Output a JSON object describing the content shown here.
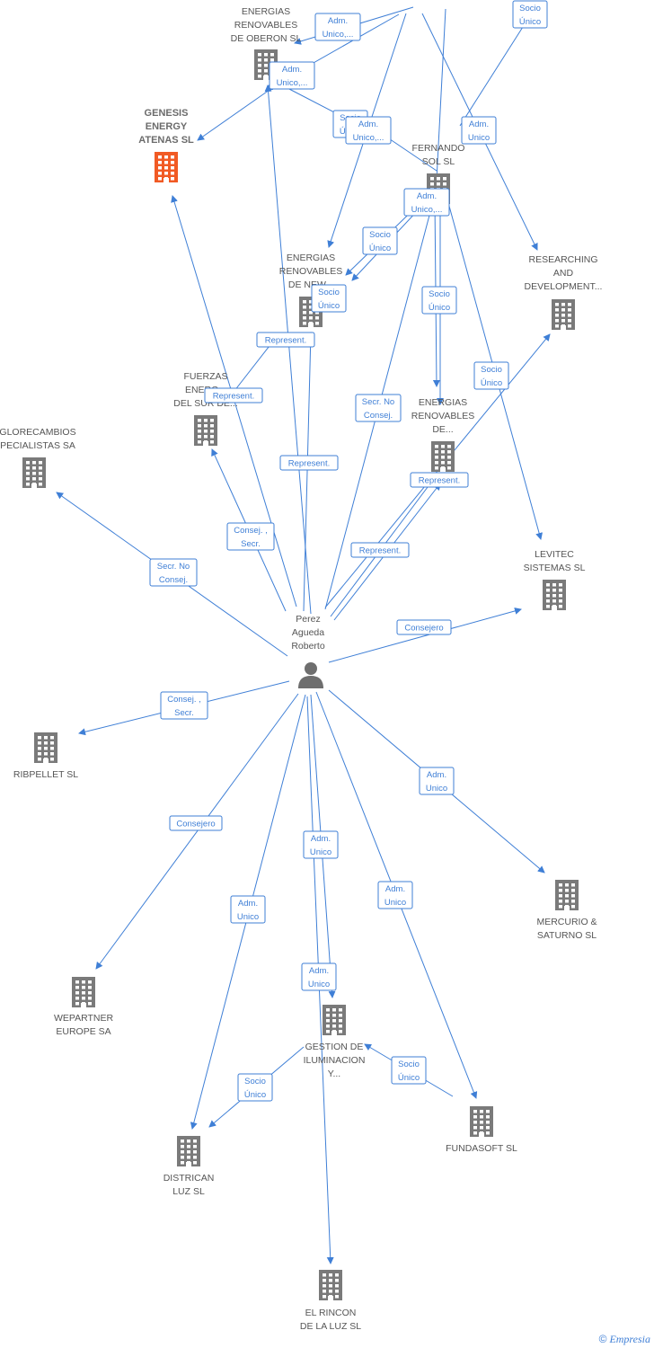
{
  "nodes": [
    {
      "id": "oberon",
      "label": [
        "ENERGIAS",
        "RENOVABLES",
        "DE OBERON  SL"
      ],
      "kind": "company"
    },
    {
      "id": "genesis",
      "label": [
        "GENESIS",
        "ENERGY",
        "ATENAS  SL"
      ],
      "kind": "company",
      "highlight": true
    },
    {
      "id": "fernando",
      "label": [
        "FERNANDO",
        "SOL SL"
      ],
      "kind": "company"
    },
    {
      "id": "researching",
      "label": [
        "RESEARCHING",
        "AND",
        "DEVELOPMENT..."
      ],
      "kind": "company"
    },
    {
      "id": "new",
      "label": [
        "ENERGIAS",
        "RENOVABLES",
        "DE NEW..."
      ],
      "kind": "company"
    },
    {
      "id": "fuerzas",
      "label": [
        "FUERZAS",
        "ENERG...",
        "DEL SUR DE..."
      ],
      "kind": "company"
    },
    {
      "id": "erde",
      "label": [
        "ENERGIAS",
        "RENOVABLES",
        "DE..."
      ],
      "kind": "company"
    },
    {
      "id": "glorecambios",
      "label": [
        "GLORECAMBIOS",
        "PECIALISTAS SA"
      ],
      "kind": "company"
    },
    {
      "id": "levitec",
      "label": [
        "LEVITEC",
        "SISTEMAS  SL"
      ],
      "kind": "company"
    },
    {
      "id": "person",
      "label": [
        "Perez",
        "Agueda",
        "Roberto"
      ],
      "kind": "person"
    },
    {
      "id": "ribpellet",
      "label": [
        "RIBPELLET SL"
      ],
      "kind": "company"
    },
    {
      "id": "mercurio",
      "label": [
        "MERCURIO &",
        "SATURNO  SL"
      ],
      "kind": "company"
    },
    {
      "id": "wepartner",
      "label": [
        "WEPARTNER",
        "EUROPE SA"
      ],
      "kind": "company"
    },
    {
      "id": "gestion",
      "label": [
        "GESTION DE",
        "ILUMINACION",
        "Y..."
      ],
      "kind": "company"
    },
    {
      "id": "fundasoft",
      "label": [
        "FUNDASOFT SL"
      ],
      "kind": "company"
    },
    {
      "id": "districan",
      "label": [
        "DISTRICAN",
        "LUZ SL"
      ],
      "kind": "company"
    },
    {
      "id": "rincon",
      "label": [
        "EL RINCON",
        "DE LA LUZ SL"
      ],
      "kind": "company"
    }
  ],
  "edge_labels": [
    [
      "Adm.",
      "Unico,..."
    ],
    [
      "Socio",
      "Único"
    ],
    [
      "Adm.",
      "Unico,..."
    ],
    [
      "Socio",
      "Único"
    ],
    [
      "Adm.",
      "Unico,..."
    ],
    [
      "Adm.",
      "Unico"
    ],
    [
      "Adm.",
      "Unico,..."
    ],
    [
      "Socio",
      "Único"
    ],
    [
      "Socio",
      "Único"
    ],
    [
      "Socio",
      "Único"
    ],
    [
      "Represent."
    ],
    [
      "Represent."
    ],
    [
      "Socio",
      "Único"
    ],
    [
      "Secr.  No",
      "Consej."
    ],
    [
      "Represent."
    ],
    [
      "Represent."
    ],
    [
      "Consej. ,",
      "Secr."
    ],
    [
      "Represent."
    ],
    [
      "Secr.  No",
      "Consej."
    ],
    [
      "Consejero"
    ],
    [
      "Consej. ,",
      "Secr."
    ],
    [
      "Adm.",
      "Unico"
    ],
    [
      "Consejero"
    ],
    [
      "Adm.",
      "Unico"
    ],
    [
      "Adm.",
      "Unico"
    ],
    [
      "Adm.",
      "Unico"
    ],
    [
      "Adm.",
      "Unico"
    ],
    [
      "Socio",
      "Único"
    ],
    [
      "Socio",
      "Único"
    ]
  ],
  "footer": {
    "copyright": "©",
    "brand": "Empresia"
  }
}
